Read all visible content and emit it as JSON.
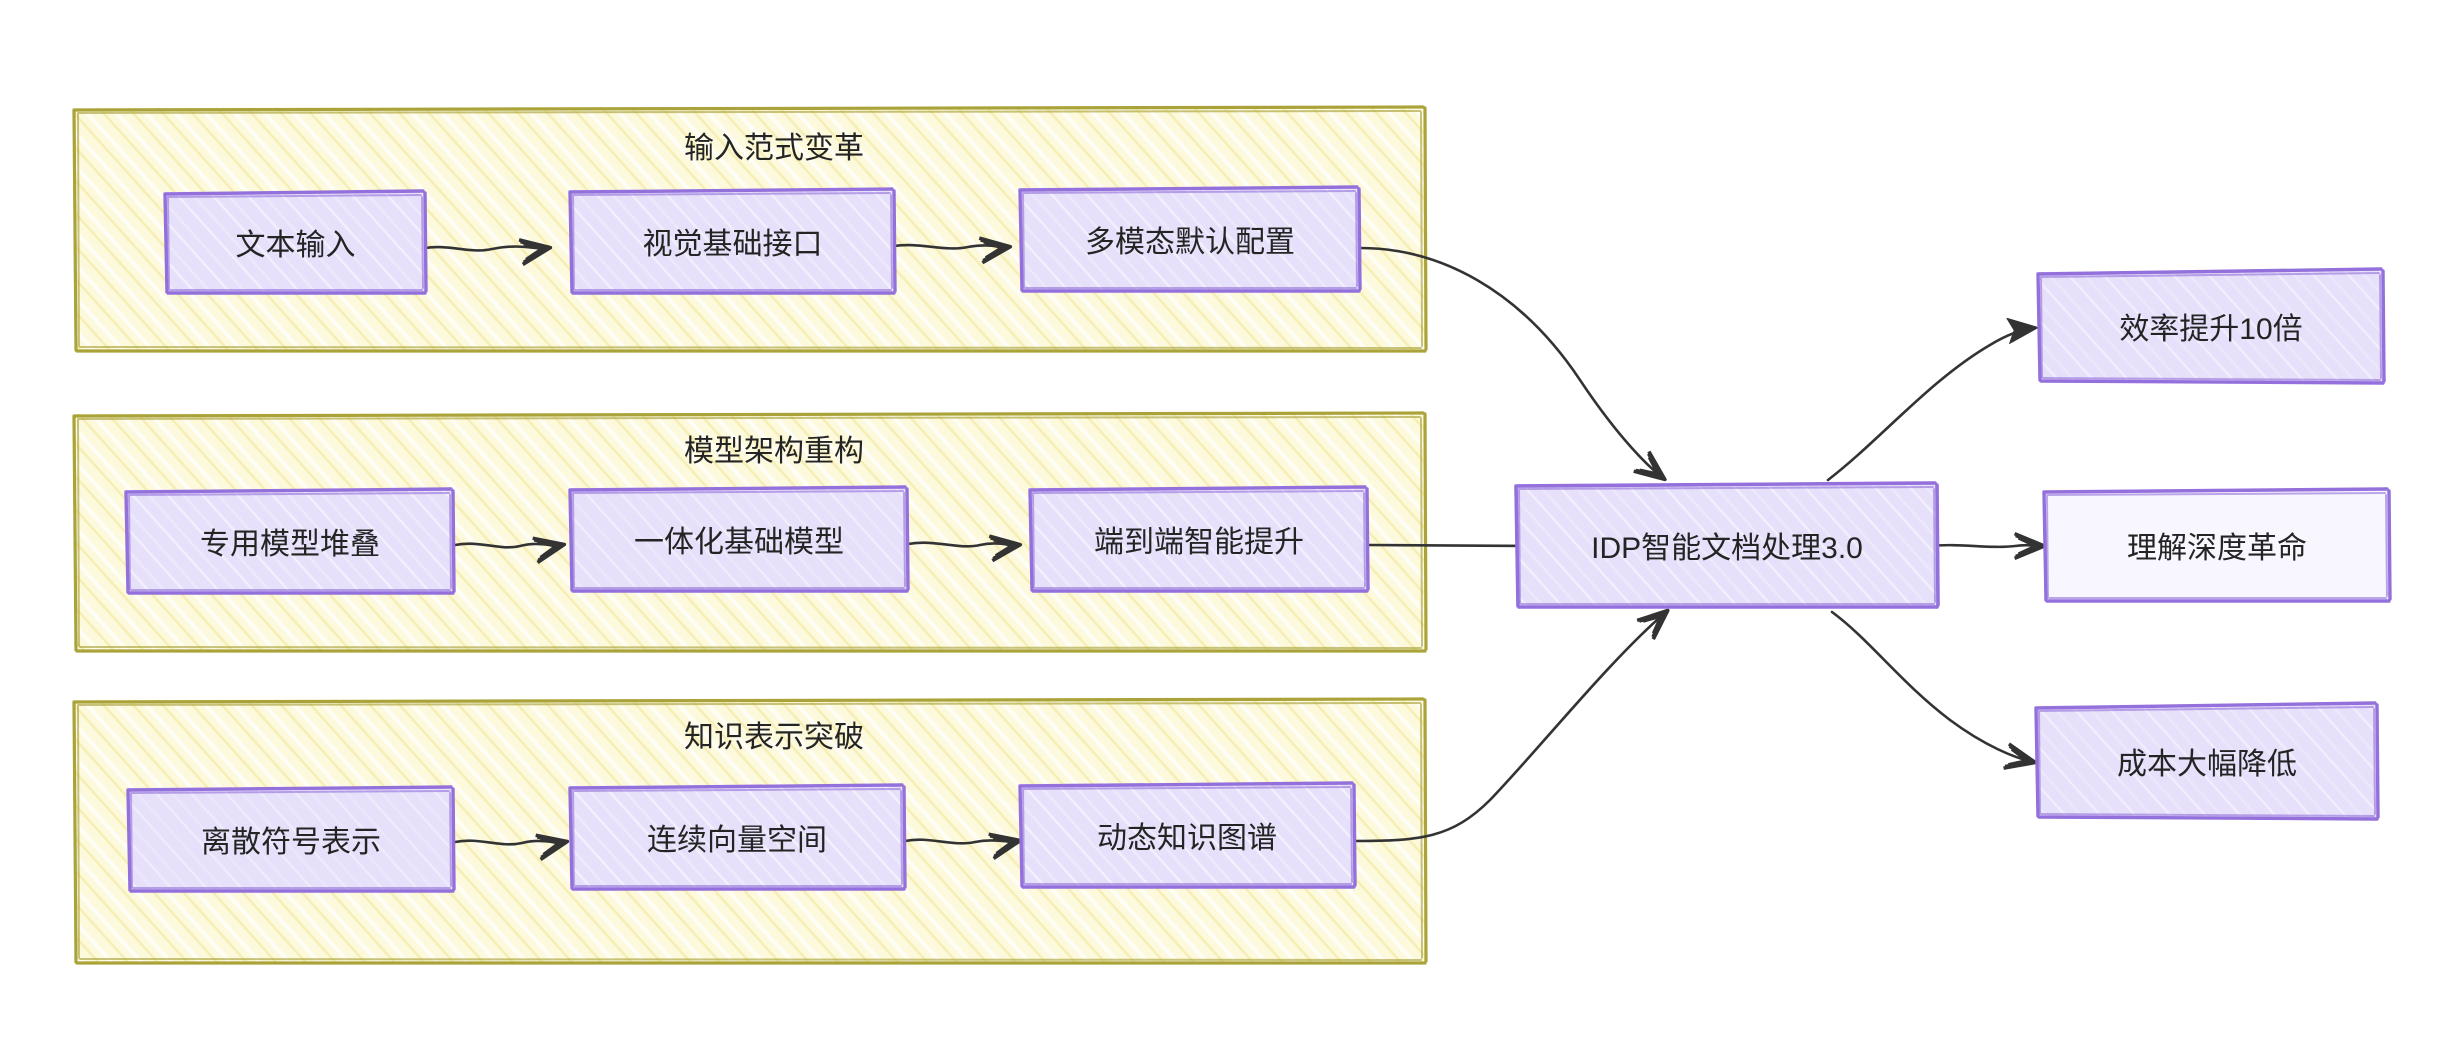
{
  "diagram": {
    "type": "flowchart",
    "direction": "left-to-right",
    "style": "hand-drawn-sketch",
    "colors": {
      "node_fill": "#e6e0fa",
      "node_stroke": "#9370db",
      "node_hatch": "#ffffff",
      "cluster_fill": "#fbf8d8",
      "cluster_stroke": "#aaa33a",
      "cluster_hatch": "#fdf9c8",
      "edge_stroke": "#333333",
      "text": "#242424",
      "background": "#ffffff"
    },
    "clusters": [
      {
        "id": "c1",
        "title": "输入范式变革",
        "nodes": [
          {
            "id": "n1",
            "label": "文本输入"
          },
          {
            "id": "n2",
            "label": "视觉基础接口"
          },
          {
            "id": "n3",
            "label": "多模态默认配置"
          }
        ]
      },
      {
        "id": "c2",
        "title": "模型架构重构",
        "nodes": [
          {
            "id": "n4",
            "label": "专用模型堆叠"
          },
          {
            "id": "n5",
            "label": "一体化基础模型"
          },
          {
            "id": "n6",
            "label": "端到端智能提升"
          }
        ]
      },
      {
        "id": "c3",
        "title": "知识表示突破",
        "nodes": [
          {
            "id": "n7",
            "label": "离散符号表示"
          },
          {
            "id": "n8",
            "label": "连续向量空间"
          },
          {
            "id": "n9",
            "label": "动态知识图谱"
          }
        ]
      }
    ],
    "center_node": {
      "id": "hub",
      "label": "IDP智能文档处理3.0"
    },
    "outcome_nodes": [
      {
        "id": "o1",
        "label": "效率提升10倍"
      },
      {
        "id": "o2",
        "label": "理解深度革命"
      },
      {
        "id": "o3",
        "label": "成本大幅降低"
      }
    ],
    "edges": [
      {
        "from": "n1",
        "to": "n2",
        "arrow": "open"
      },
      {
        "from": "n2",
        "to": "n3",
        "arrow": "open"
      },
      {
        "from": "n4",
        "to": "n5",
        "arrow": "open"
      },
      {
        "from": "n5",
        "to": "n6",
        "arrow": "open"
      },
      {
        "from": "n7",
        "to": "n8",
        "arrow": "open"
      },
      {
        "from": "n8",
        "to": "n9",
        "arrow": "open"
      },
      {
        "from": "n3",
        "to": "hub",
        "arrow": "open"
      },
      {
        "from": "n6",
        "to": "hub",
        "arrow": "open"
      },
      {
        "from": "n9",
        "to": "hub",
        "arrow": "open"
      },
      {
        "from": "hub",
        "to": "o1",
        "arrow": "filled"
      },
      {
        "from": "hub",
        "to": "o2",
        "arrow": "open"
      },
      {
        "from": "hub",
        "to": "o3",
        "arrow": "open"
      }
    ]
  }
}
